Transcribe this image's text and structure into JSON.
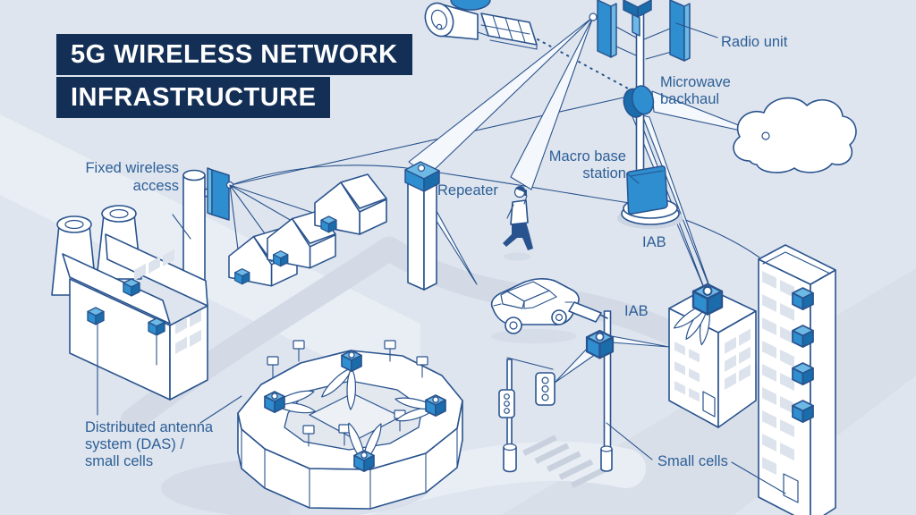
{
  "title": {
    "line1": "5G WIRELESS NETWORK",
    "line2": "INFRASTRUCTURE"
  },
  "labels": {
    "radio_unit": "Radio unit",
    "microwave_backhaul_1": "Microwave",
    "microwave_backhaul_2": "backhaul",
    "macro_base_station_1": "Macro base",
    "macro_base_station_2": "station",
    "fixed_wireless_access_1": "Fixed wireless",
    "fixed_wireless_access_2": "access",
    "repeater": "Repeater",
    "iab_backhaul": "IAB",
    "iab_street": "IAB",
    "small_cells": "Small cells",
    "das_1": "Distributed antenna",
    "das_2": "system (DAS) /",
    "das_3": "small cells"
  },
  "icons": [
    "satellite-icon",
    "macro-tower-icon",
    "radio-unit-panel-icon",
    "microwave-dish-icon",
    "cloud-icon",
    "base-station-cabinet-icon",
    "repeater-pillar-icon",
    "fixed-wireless-antenna-icon",
    "house-icon",
    "factory-icon",
    "stadium-icon",
    "person-phone-icon",
    "car-icon",
    "street-lamp-icon",
    "traffic-light-icon",
    "office-building-icon",
    "tower-building-icon",
    "small-cell-cube-icon"
  ],
  "colors": {
    "background": "#dfe5ee",
    "ink": "#29538e",
    "text": "#2d5f97",
    "title-bg": "#132f56",
    "title-text": "#ffffff",
    "blue": "#2e8ecf",
    "blue-light": "#6cb9e6",
    "blue-dark": "#1b6cab",
    "beam": "#f4f7fb",
    "road-gray": "#d3dae6",
    "road-light": "#e9eef5",
    "window": "#dde3ec",
    "shadow": "#ccd5e2"
  }
}
